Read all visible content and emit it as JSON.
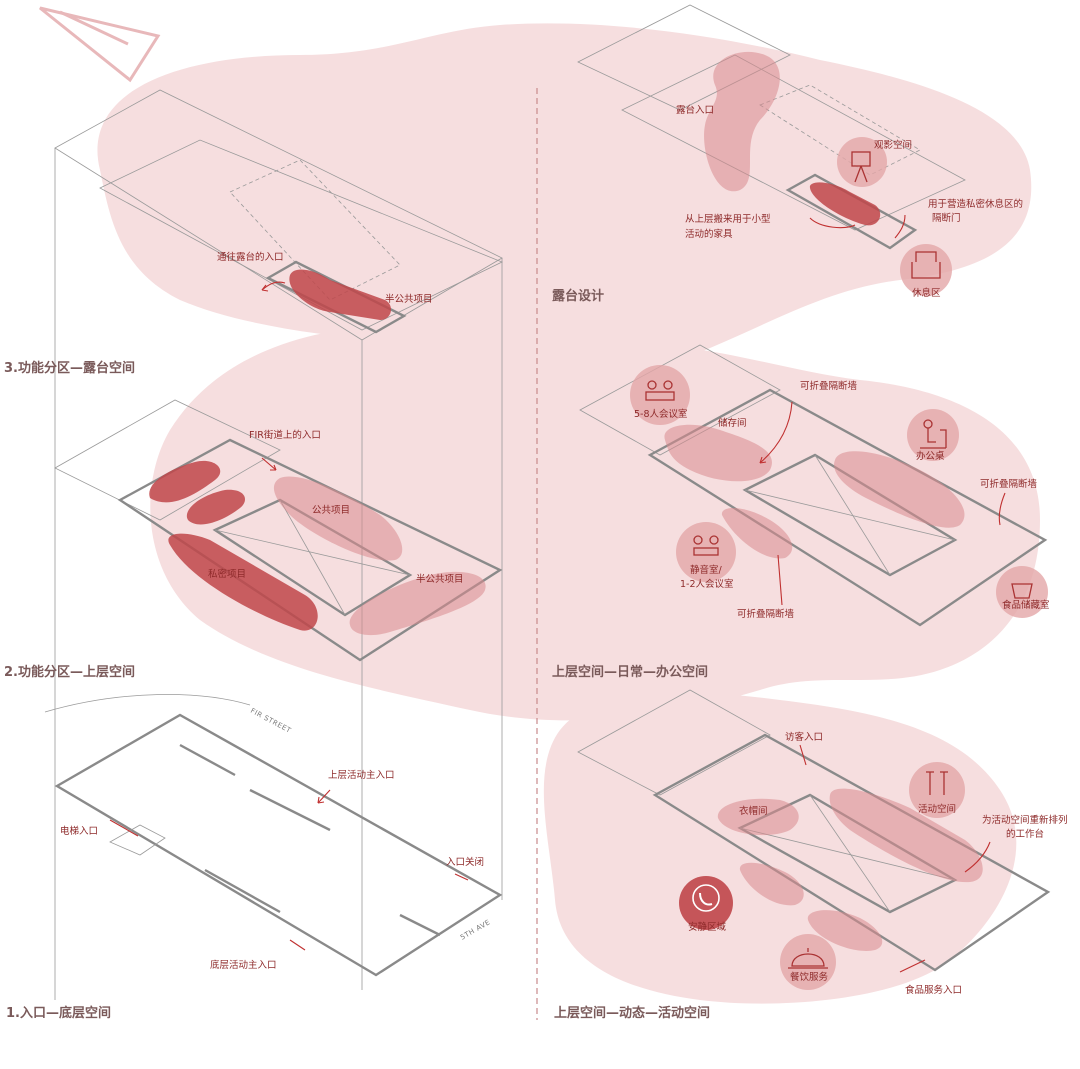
{
  "colors": {
    "accent": "#c0464a",
    "bubble": "#f6dedf",
    "label": "#8e2a2a"
  },
  "sections": {
    "terrace_zoning": "3.功能分区—露台空间",
    "upper_zoning": "2.功能分区—上层空间",
    "ground_entry": "1.入口—底层空间",
    "terrace_design": "露台设计",
    "upper_daily": "上层空间—日常—办公空间",
    "upper_dynamic": "上层空间—动态—活动空间"
  },
  "streets": {
    "fir": "FIR STREET",
    "fifth": "5TH AVE"
  },
  "left_labels": {
    "to_terrace_entry": "通往露台的入口",
    "semi_public_top": "半公共项目",
    "fir_entry": "FIR街道上的入口",
    "public": "公共项目",
    "private": "私密项目",
    "semi_public_mid": "半公共项目",
    "upper_main_entry": "上层活动主入口",
    "elevator_entry": "电梯入口",
    "entry_closed": "入口关闭",
    "ground_main_entry": "底层活动主入口"
  },
  "terrace_labels": {
    "terrace_entry": "露台入口",
    "screening": "观影空间",
    "furniture_line1": "从上层搬来用于小型",
    "furniture_line2": "活动的家具",
    "partition_line1": "用于营造私密休息区的",
    "partition_line2": "隔断门",
    "lounge": "休息区"
  },
  "office_labels": {
    "meeting_58": "5-8人会议室",
    "storage": "储存间",
    "folding_wall_1": "可折叠隔断墙",
    "desk": "办公桌",
    "folding_wall_2": "可折叠隔断墙",
    "quiet_line1": "静音室/",
    "quiet_line2": "1-2人会议室",
    "folding_wall_3": "可折叠隔断墙",
    "food_storage": "食品储藏室"
  },
  "event_labels": {
    "visitor_entry": "访客入口",
    "cloakroom": "衣帽间",
    "event_space": "活动空间",
    "rearrange_line1": "为活动空间重新排列",
    "rearrange_line2": "的工作台",
    "quiet_zone": "安静区域",
    "catering": "餐饮服务",
    "food_service_entry": "食品服务入口"
  },
  "icons": [
    "compass-arrow-icon",
    "camera-icon",
    "armchair-icon",
    "meeting-icon",
    "desk-icon",
    "quiet-room-icon",
    "food-storage-icon",
    "celebration-icon",
    "phone-icon",
    "cloche-icon"
  ]
}
